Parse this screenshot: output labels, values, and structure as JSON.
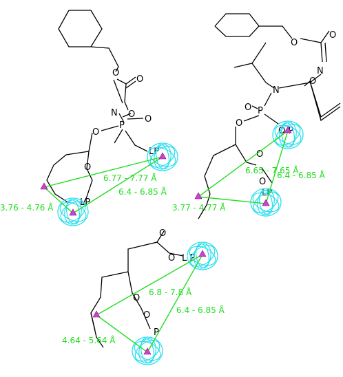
{
  "colors": {
    "bond": "#000000",
    "distance": "#22dd22",
    "lone_pair_cloud": "#22ddee",
    "centroid": "#cc44cc"
  },
  "atoms": {
    "o": "O",
    "n": "N",
    "p": "P",
    "lp": "LP",
    "lp_broken": "L P",
    "op": "O P"
  },
  "distances": {
    "m1_lp_lp": "6.77 - 7.77 Å",
    "m1_ring_lp": "6.4 - 6.85 Å",
    "m1_ring_ring": "3.76 - 4.76 Å",
    "m2_lp_lp": "6.65 - 7.65 Å",
    "m2_ring_lp": "6.4 - 6.85 Å",
    "m2_ring_ring": "3.77 - 4.77 Å",
    "m3_lp_lp": "6.8 - 7.8 Å",
    "m3_ring_lp": "6.4 - 6.85 Å",
    "m3_ring_ring": "4.64 - 5.64 Å"
  }
}
